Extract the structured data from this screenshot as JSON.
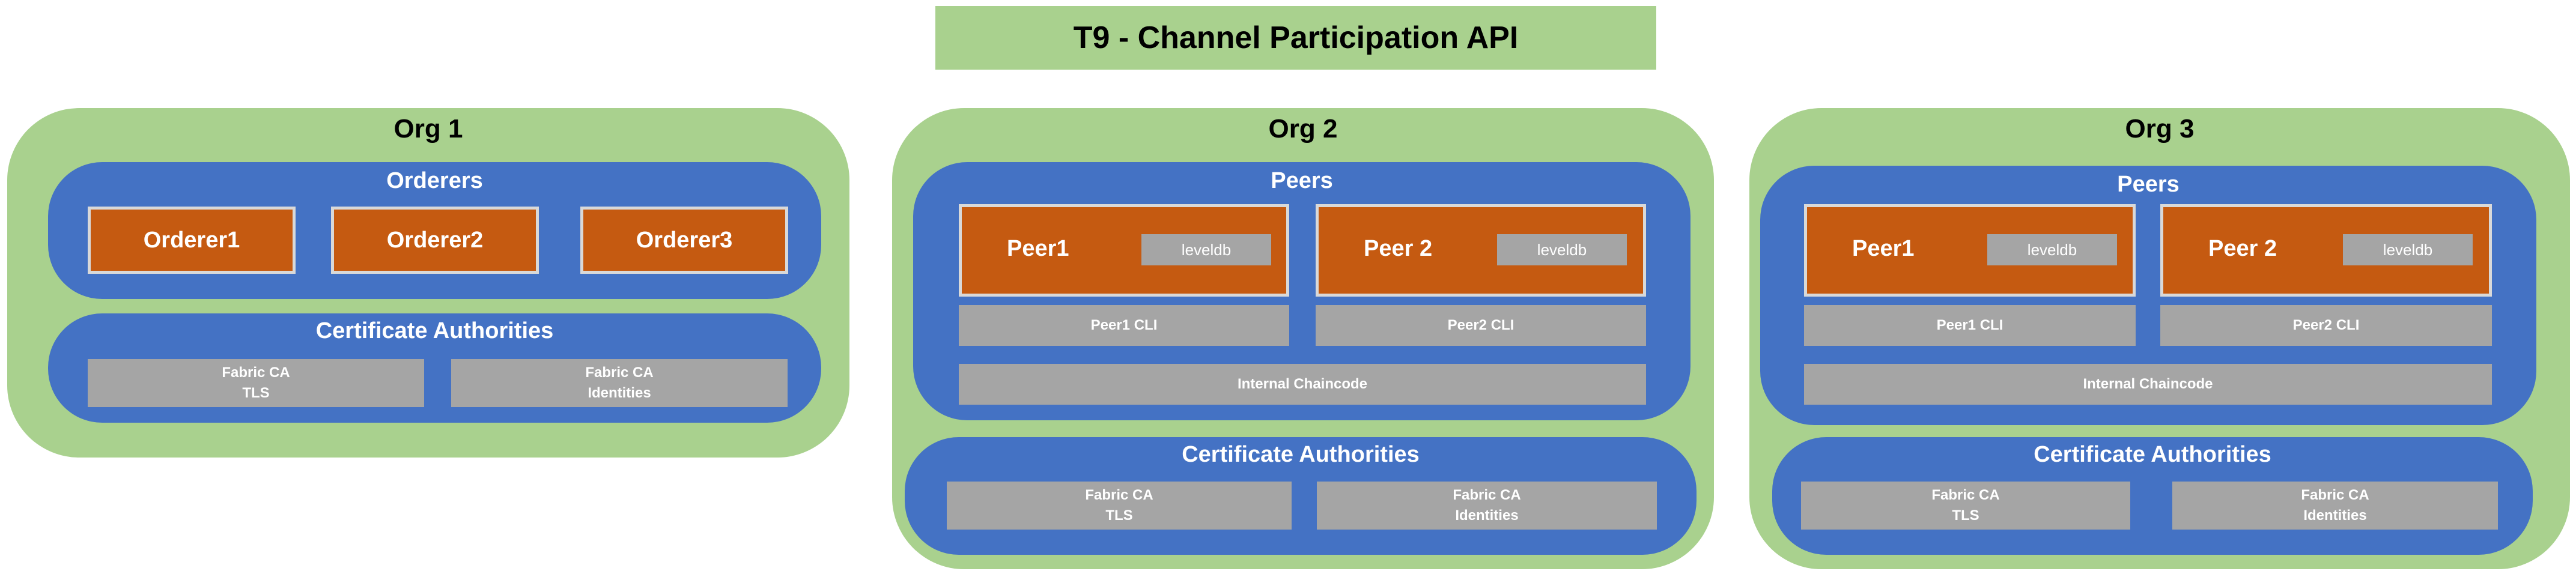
{
  "title": "T9 - Channel Participation API",
  "org1": {
    "label": "Org 1",
    "orderers": {
      "label": "Orderers",
      "items": [
        "Orderer1",
        "Orderer2",
        "Orderer3"
      ]
    },
    "ca": {
      "label": "Certificate Authorities",
      "tls": "Fabric CA\nTLS",
      "identities": "Fabric CA\nIdentities"
    }
  },
  "org2": {
    "label": "Org 2",
    "peers": {
      "label": "Peers",
      "peer1": "Peer1",
      "peer2": "Peer 2",
      "db": "leveldb",
      "peer1_cli": "Peer1 CLI",
      "peer2_cli": "Peer2 CLI",
      "chaincode": "Internal Chaincode"
    },
    "ca": {
      "label": "Certificate Authorities",
      "tls": "Fabric CA\nTLS",
      "identities": "Fabric CA\nIdentities"
    }
  },
  "org3": {
    "label": "Org 3",
    "peers": {
      "label": "Peers",
      "peer1": "Peer1",
      "peer2": "Peer 2",
      "db": "leveldb",
      "peer1_cli": "Peer1 CLI",
      "peer2_cli": "Peer2 CLI",
      "chaincode": "Internal Chaincode"
    },
    "ca": {
      "label": "Certificate Authorities",
      "tls": "Fabric CA\nTLS",
      "identities": "Fabric CA\nIdentities"
    }
  },
  "colors": {
    "org_background": "#a9d18e",
    "panel": "#4472c4",
    "node": "#c55a11",
    "component": "#a5a5a5"
  }
}
